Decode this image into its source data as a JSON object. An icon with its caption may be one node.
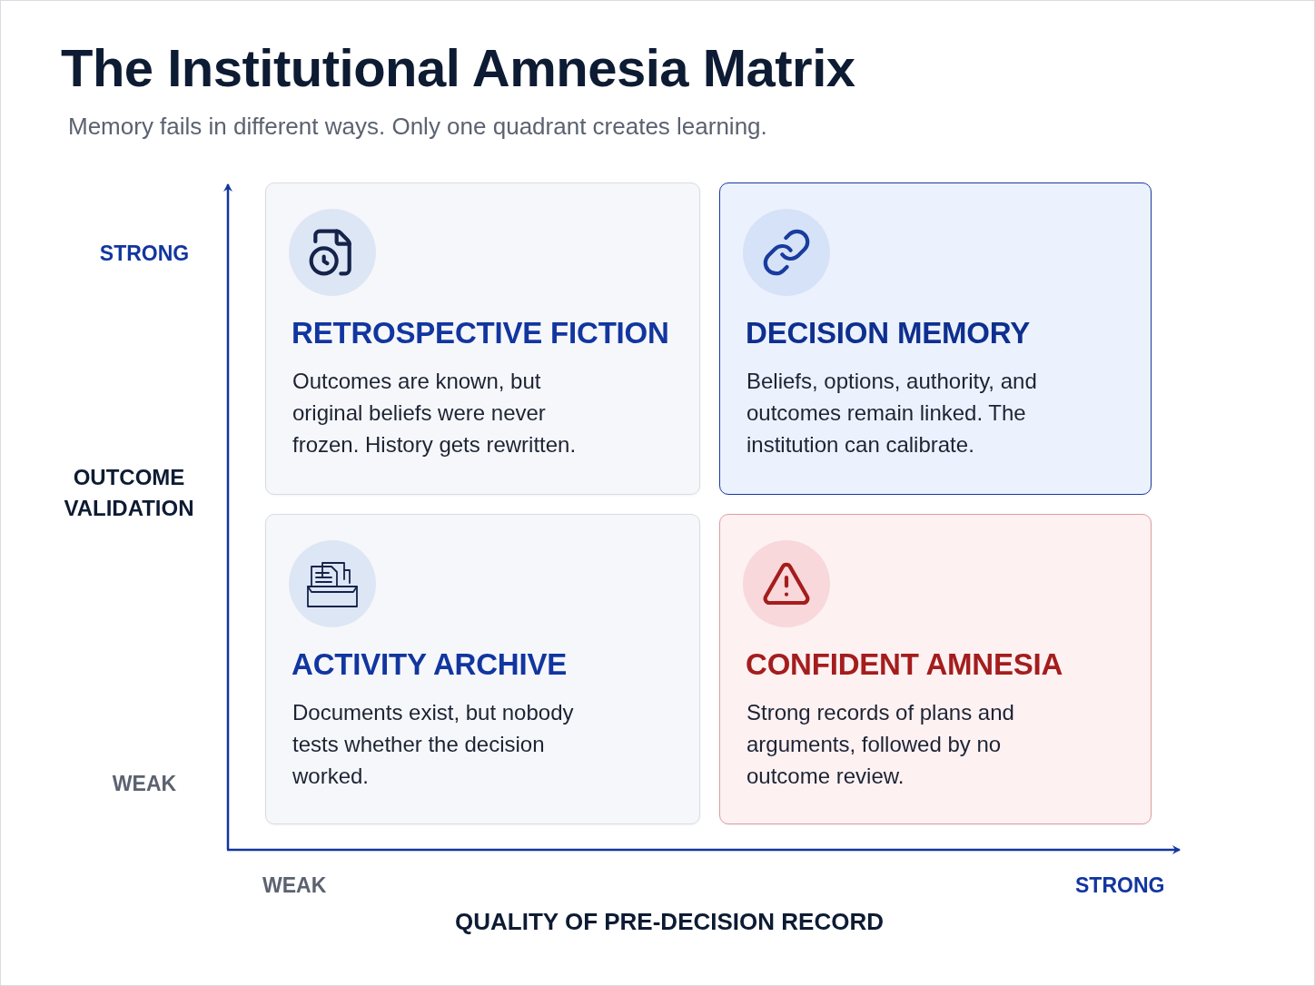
{
  "diagram": {
    "title": "The Institutional Amnesia Matrix",
    "nodes": [
      {
        "text": [
          "RETROSPECTIVE FICTION",
          "Outcomes are known, but original beliefs were never frozen. History gets rewritten."
        ]
      },
      {
        "text": [
          "DECISION MEMORY",
          "Beliefs, options, authority, and outcomes remain linked. The institution can calibrate."
        ]
      },
      {
        "text": [
          "ACTIVITY ARCHIVE",
          "Documents exist, but nobody tests whether the decision worked."
        ]
      },
      {
        "text": [
          "CONFIDENT AMNESIA",
          "Strong records of plans and arguments, followed by no outcome review."
        ]
      }
    ],
    "labels": [
      "Memory fails in different ways. Only one quadrant creates learning.",
      "STRONG",
      "OUTCOME VALIDATION",
      "WEAK",
      "WEAK",
      "STRONG",
      "QUALITY OF PRE-DECISION RECORD"
    ]
  }
}
